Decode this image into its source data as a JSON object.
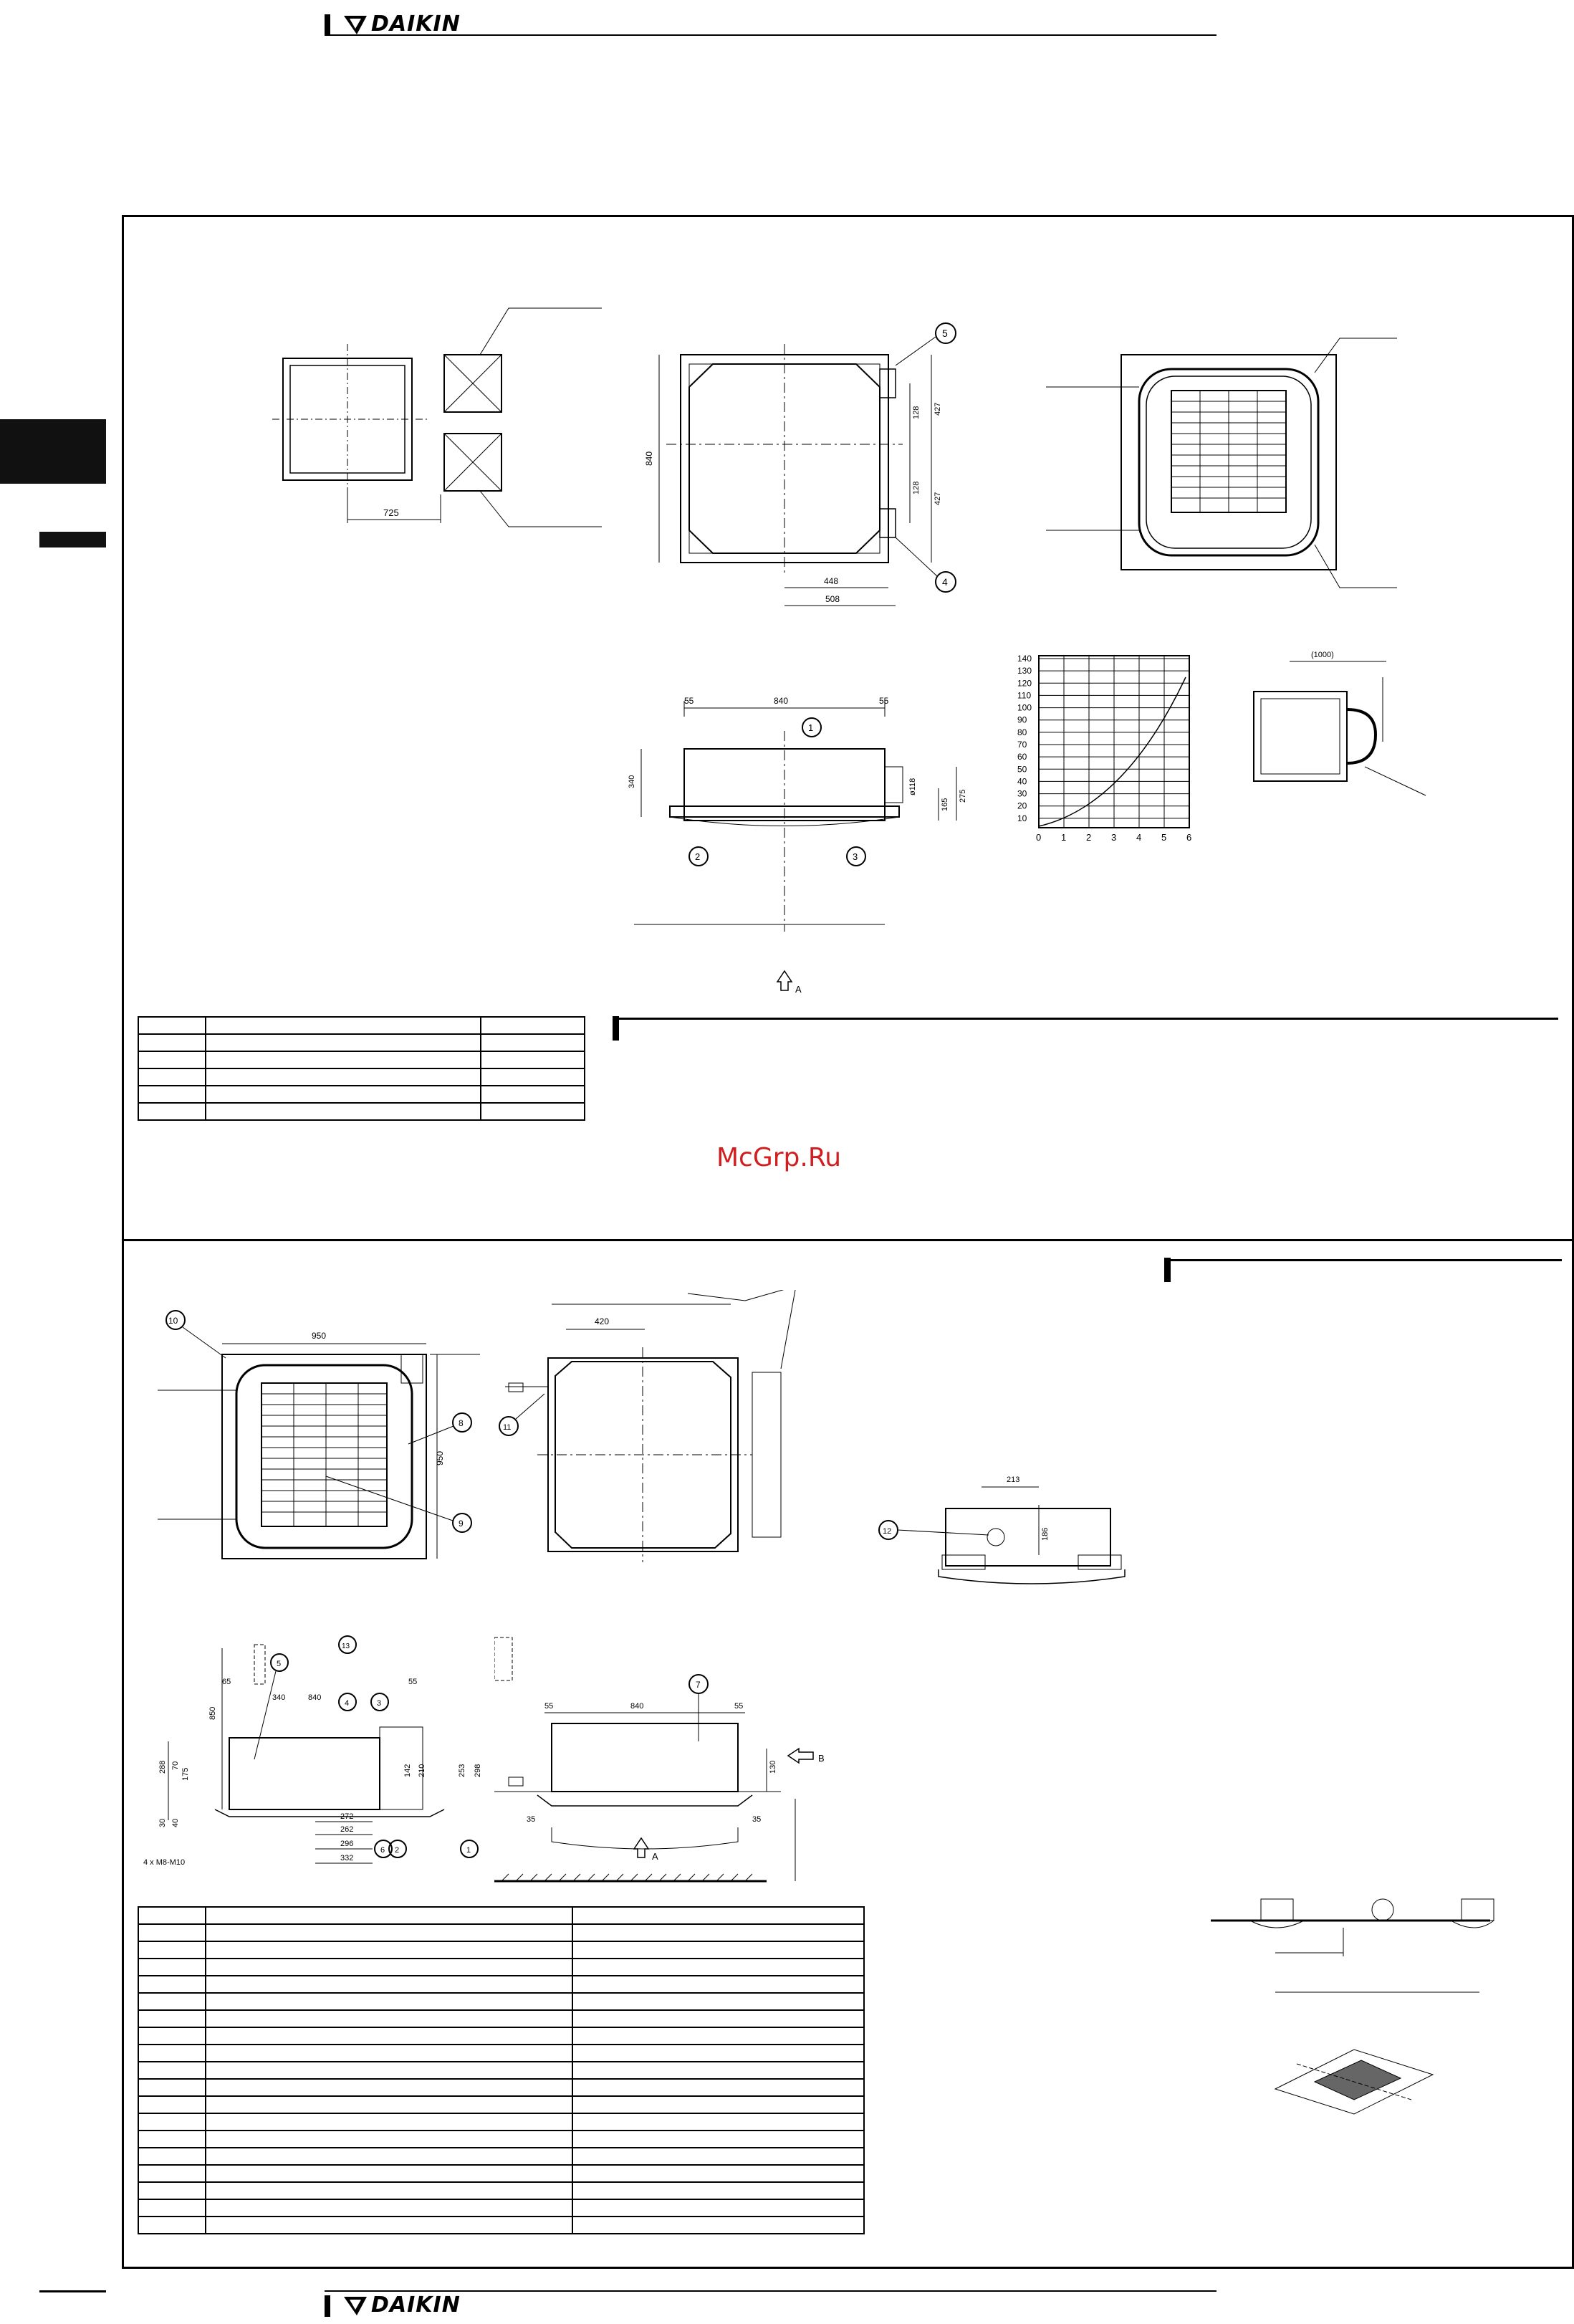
{
  "header": {
    "brand": "DAIKIN"
  },
  "footer": {
    "brand": "DAIKIN"
  },
  "watermark": {
    "text": "McGrp.Ru"
  },
  "top_panel": {
    "plan_view": {
      "dim_725": "725"
    },
    "unit_top": {
      "dim_840": "840",
      "dim_448": "448",
      "dim_508": "508",
      "dim_128a": "128",
      "dim_128b": "128",
      "dim_427a": "427",
      "dim_427b": "427",
      "callout_5": "5",
      "callout_4": "4"
    },
    "side_view": {
      "dim_55a": "55",
      "dim_840": "840",
      "dim_55b": "55",
      "dim_340": "340",
      "dim_118": "ø118",
      "dim_165": "165",
      "dim_275": "275",
      "callout_1": "1",
      "callout_2": "2",
      "callout_3": "3",
      "arrow_a": "A"
    },
    "graph": {
      "y_ticks": [
        "140",
        "130",
        "120",
        "110",
        "100",
        "90",
        "80",
        "70",
        "60",
        "50",
        "40",
        "30",
        "20",
        "10"
      ],
      "x_ticks": [
        "0",
        "1",
        "2",
        "3",
        "4",
        "5",
        "6"
      ]
    },
    "hose_view": {
      "dim_1000": "(1000)"
    }
  },
  "bottom_panel": {
    "front_view": {
      "dim_950a": "950",
      "dim_950b": "950",
      "callout_10": "10",
      "callout_8": "8",
      "callout_9": "9"
    },
    "top_view": {
      "dim_420": "420",
      "callout_11": "11"
    },
    "detail_view": {
      "dim_213": "213",
      "dim_186": "186",
      "callout_12": "12"
    },
    "section_left": {
      "dim_65": "65",
      "dim_340": "340",
      "dim_840": "840",
      "dim_55": "55",
      "dim_850": "850",
      "dim_288": "288",
      "dim_175": "175",
      "dim_70": "70",
      "dim_30": "30",
      "dim_40": "40",
      "dim_142": "142",
      "dim_210": "210",
      "dim_253": "253",
      "dim_298": "298",
      "dim_272": "272",
      "dim_262": "262",
      "dim_296": "296",
      "dim_332": "332",
      "bolt_label": "4 x M8-M10",
      "callout_5": "5",
      "callout_13": "13",
      "callout_4": "4",
      "callout_3": "3",
      "callout_2": "2",
      "callout_6": "6",
      "callout_1": "1"
    },
    "section_right": {
      "dim_55a": "55",
      "dim_840": "840",
      "dim_55b": "55",
      "dim_130": "130",
      "dim_35a": "35",
      "dim_35b": "35",
      "callout_7": "7",
      "arrow_b": "B",
      "arrow_a": "A"
    }
  }
}
